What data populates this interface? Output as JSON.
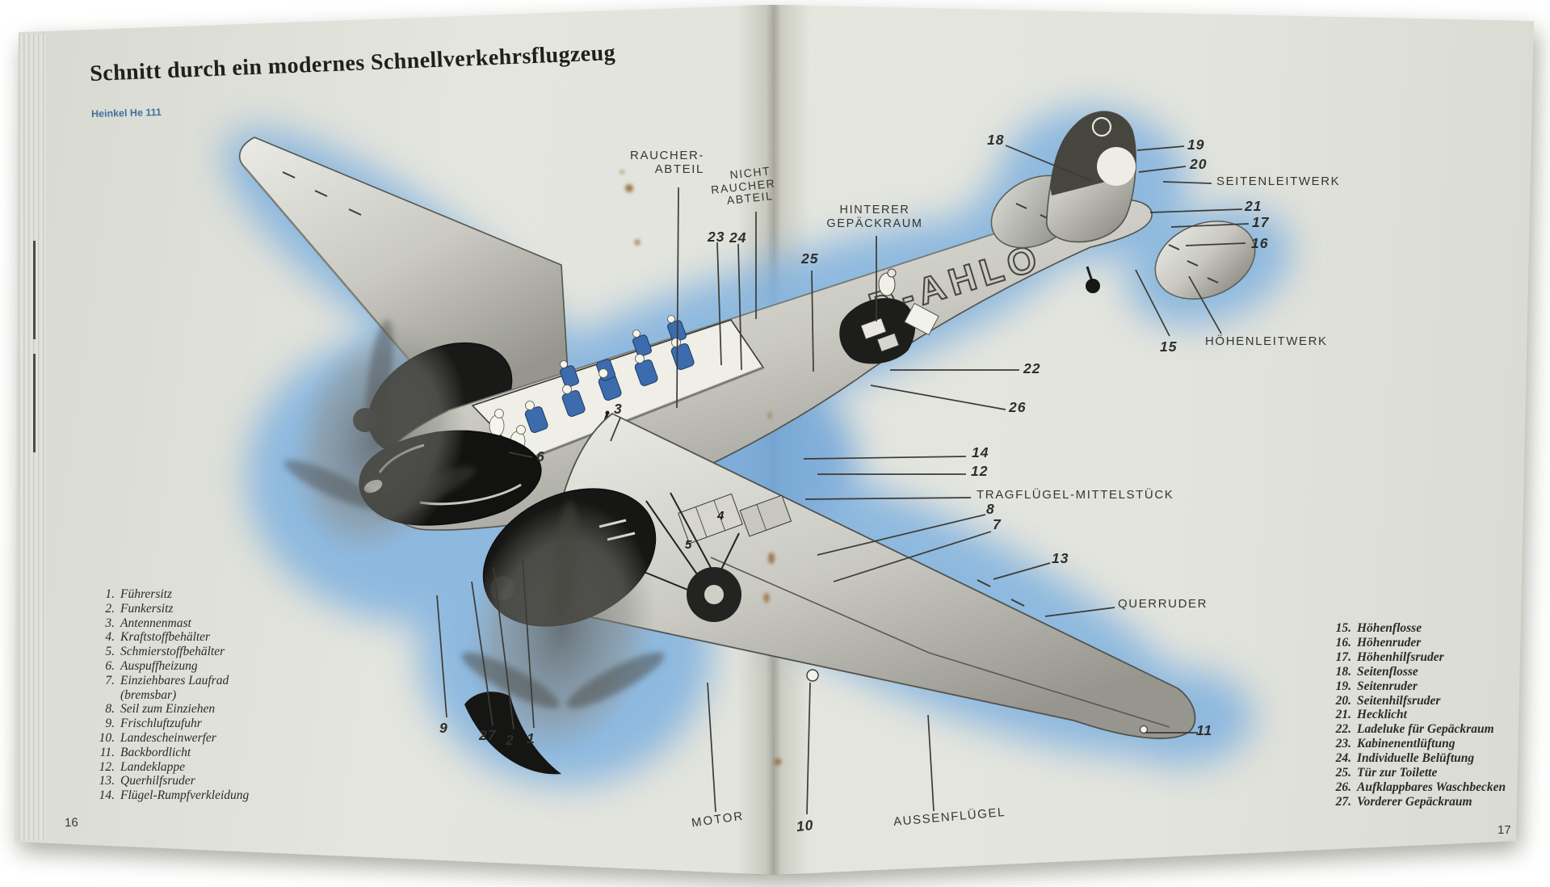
{
  "page": {
    "title": "Schnitt durch ein modernes Schnellverkehrsflugzeug",
    "subtitle": "Heinkel He 111",
    "page_number_left": "16",
    "page_number_right": "17"
  },
  "aircraft": {
    "registration": "D-AHLO"
  },
  "legend_left": [
    {
      "num": "1.",
      "text": "Führersitz"
    },
    {
      "num": "2.",
      "text": "Funkersitz"
    },
    {
      "num": "3.",
      "text": "Antennenmast"
    },
    {
      "num": "4.",
      "text": "Kraftstoffbehälter"
    },
    {
      "num": "5.",
      "text": "Schmierstoffbehälter"
    },
    {
      "num": "6.",
      "text": "Auspuffheizung"
    },
    {
      "num": "7.",
      "text": "Einziehbares Laufrad"
    },
    {
      "num": "",
      "text": "(bremsbar)"
    },
    {
      "num": "8.",
      "text": "Seil zum Einziehen"
    },
    {
      "num": "9.",
      "text": "Frischluftzufuhr"
    },
    {
      "num": "10.",
      "text": "Landescheinwerfer"
    },
    {
      "num": "11.",
      "text": "Backbordlicht"
    },
    {
      "num": "12.",
      "text": "Landeklappe"
    },
    {
      "num": "13.",
      "text": "Querhilfsruder"
    },
    {
      "num": "14.",
      "text": "Flügel-Rumpfverkleidung"
    }
  ],
  "legend_right": [
    {
      "num": "15.",
      "text": "Höhenflosse"
    },
    {
      "num": "16.",
      "text": "Höhenruder"
    },
    {
      "num": "17.",
      "text": "Höhenhilfsruder"
    },
    {
      "num": "18.",
      "text": "Seitenflosse"
    },
    {
      "num": "19.",
      "text": "Seitenruder"
    },
    {
      "num": "20.",
      "text": "Seitenhilfsruder"
    },
    {
      "num": "21.",
      "text": "Hecklicht"
    },
    {
      "num": "22.",
      "text": "Ladeluke für Gepäckraum"
    },
    {
      "num": "23.",
      "text": "Kabinenentlüftung"
    },
    {
      "num": "24.",
      "text": "Individuelle Belüftung"
    },
    {
      "num": "25.",
      "text": "Tür zur Toilette"
    },
    {
      "num": "26.",
      "text": "Aufklappbares Waschbecken"
    },
    {
      "num": "27.",
      "text": "Vorderer Gepäckraum"
    }
  ],
  "callouts": {
    "raucher_abteil": "RAUCHER-\nABTEIL",
    "nicht_raucher_abteil": "NICHT\nRAUCHER\nABTEIL",
    "hinterer_gepaeckraum": "HINTERER\nGEPÄCKRAUM",
    "seitenleitwerk": "SEITENLEITWERK",
    "hoehenleitwerk": "HÖHENLEITWERK",
    "tragfluegel_mittelstueck": "TRAGFLÜGEL-MITTELSTÜCK",
    "querruder": "QUERRUDER",
    "motor": "MOTOR",
    "aussenfluegel": "AUSSENFLÜGEL"
  },
  "numbers": {
    "n1": "1",
    "n2": "2",
    "n3": "3",
    "n4": "4",
    "n5": "5",
    "n6": "6",
    "n7": "7",
    "n8": "8",
    "n9": "9",
    "n10": "10",
    "n11": "11",
    "n12": "12",
    "n13": "13",
    "n14": "14",
    "n15": "15",
    "n16": "16",
    "n17": "17",
    "n18": "18",
    "n19": "19",
    "n20": "20",
    "n21": "21",
    "n22": "22",
    "n23": "23",
    "n24": "24",
    "n25": "25",
    "n26": "26",
    "n27": "27"
  },
  "colors": {
    "paper": "#e3e4dd",
    "glow_blue": "#7fb1df",
    "seat_blue": "#3c6cae",
    "heinkel_blue": "#41719c",
    "ink": "#2c2b26"
  }
}
